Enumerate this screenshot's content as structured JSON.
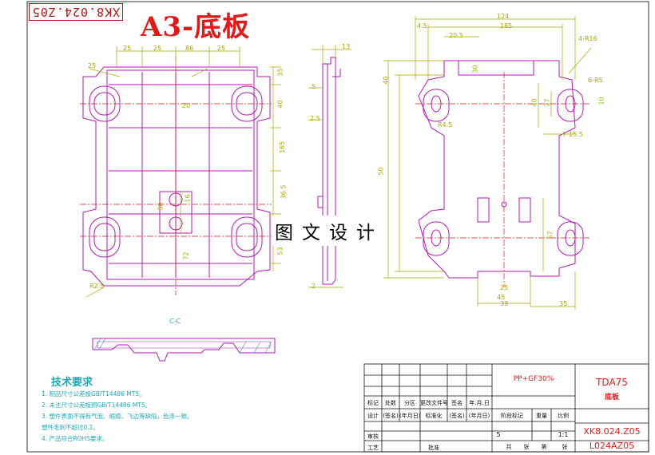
{
  "drawing": {
    "stamp_code": "XK8.024.Z05",
    "title": "A3-底板",
    "watermark": "图文设计"
  },
  "section_label": "C-C",
  "tech_requirements": {
    "heading": "技术要求",
    "items": [
      "1. 制品尺寸公差按GB/T14486 MT5。",
      "2. 未注尺寸公差按照GB/T14486 MT5。",
      "3. 塑件表面不得有气泡、缩痕、飞边等缺陷，色泽一致。",
      "   塑件毛刺不超过0.1。",
      "4. 产品符合ROHS要求。"
    ]
  },
  "title_block": {
    "material": "PP+GF30%",
    "product": "TDA75",
    "part_name": "底板",
    "drawing_no": "XK8.024.Z05",
    "drawing_no_2": "L024AZ05",
    "scale": "1:1",
    "count": "5",
    "row_labels": [
      "标记",
      "处数",
      "分区",
      "更改文件号",
      "签名",
      "年.月.日"
    ],
    "row2_labels": [
      "设计",
      "(签名)",
      "(年月日)",
      "标准化",
      "(签名)",
      "(年月日)"
    ],
    "col_labels": [
      "阶段标记",
      "重量",
      "比例"
    ],
    "bottom_labels": [
      "共",
      "张",
      "第",
      "张"
    ],
    "side_labels": [
      "审核",
      "工艺",
      "批准"
    ]
  },
  "dimensions": {
    "top_view": [
      "25",
      "25",
      "86",
      "25",
      "35",
      "40",
      "20",
      "165",
      "36.5",
      "30",
      "16",
      "72",
      "53",
      "R2.5",
      "25"
    ],
    "side_view": [
      "13",
      "5",
      "2.5",
      "2"
    ],
    "right_view": [
      "4.5",
      "185",
      "124",
      "20.5",
      "30",
      "4-R16",
      "40",
      "R4.5",
      "6-R5",
      "40",
      "27",
      "10",
      "7",
      "15.5",
      "45",
      "25",
      "39",
      "35",
      "57",
      "50"
    ]
  }
}
